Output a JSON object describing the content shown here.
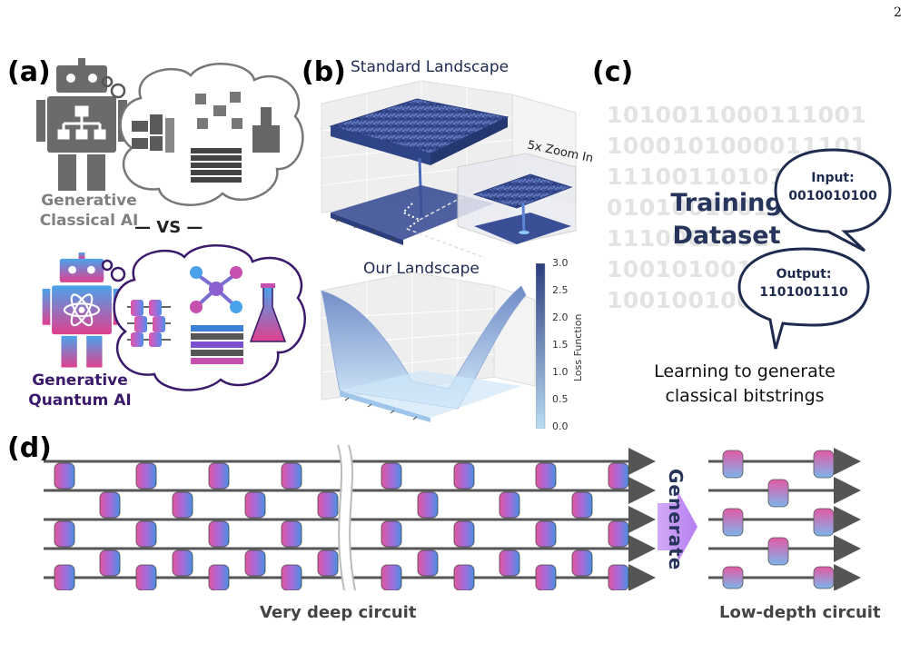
{
  "page_number": "2",
  "panels": {
    "a": {
      "label": "(a)",
      "classical_label": [
        "Generative",
        "Classical AI"
      ],
      "vs_label": "— VS —",
      "quantum_label": [
        "Generative",
        "Quantum AI"
      ],
      "colors": {
        "classical": "#808080",
        "quantum": "#3b1a6b",
        "gradient_start": "#4aa3ea",
        "gradient_end": "#e0408f"
      }
    },
    "b": {
      "label": "(b)",
      "standard_title": "Standard Landscape",
      "zoom_label": "5x Zoom In",
      "our_title": "Our Landscape",
      "colorbar": {
        "label": "Loss Function",
        "ticks": [
          "3.0",
          "2.5",
          "2.0",
          "1.5",
          "1.0",
          "0.5",
          "0.0"
        ],
        "color_low": "#b8dcf5",
        "color_high": "#2c3e7e"
      }
    },
    "c": {
      "label": "(c)",
      "bit_rows": [
        "1010011000111001",
        "1000101000011101",
        "1110011010101",
        "0101001001110",
        "1110001001",
        "1001010010",
        "1001001000100001"
      ],
      "training_label": [
        "Training",
        "Dataset"
      ],
      "input_title": "Input:",
      "input_value": "0010010100",
      "output_title": "Output:",
      "output_value": "1101001110",
      "caption": [
        "Learning to generate",
        "classical bitstrings"
      ]
    },
    "d": {
      "label": "(d)",
      "deep_caption": "Very deep circuit",
      "arrow_label": "Generate",
      "shallow_caption": "Low-depth circuit"
    }
  }
}
